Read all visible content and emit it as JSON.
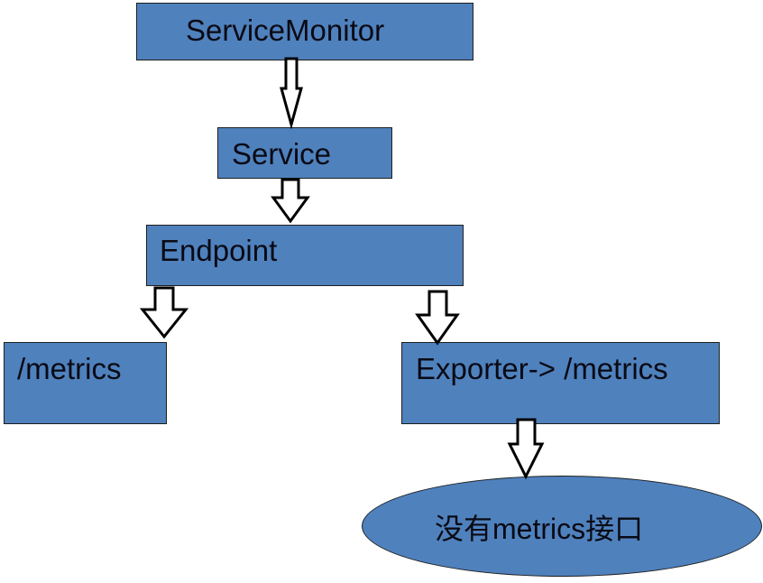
{
  "diagram": {
    "nodes": {
      "servicemonitor": {
        "label": "ServiceMonitor"
      },
      "service": {
        "label": "Service"
      },
      "endpoint": {
        "label": "Endpoint"
      },
      "metrics": {
        "label": "/metrics"
      },
      "exporter": {
        "label": "Exporter-> /metrics"
      },
      "no_metrics": {
        "label_cjk_prefix": "没有",
        "label_latin": "metrics",
        "label_cjk_suffix": "接口"
      }
    },
    "edges": [
      {
        "from": "servicemonitor",
        "to": "service"
      },
      {
        "from": "service",
        "to": "endpoint"
      },
      {
        "from": "endpoint",
        "to": "metrics"
      },
      {
        "from": "endpoint",
        "to": "exporter"
      },
      {
        "from": "exporter",
        "to": "no_metrics"
      }
    ],
    "colors": {
      "node_fill": "#4f81bd",
      "node_border": "#1f1f1f",
      "arrow_fill": "#ffffff",
      "arrow_stroke": "#000000"
    }
  }
}
